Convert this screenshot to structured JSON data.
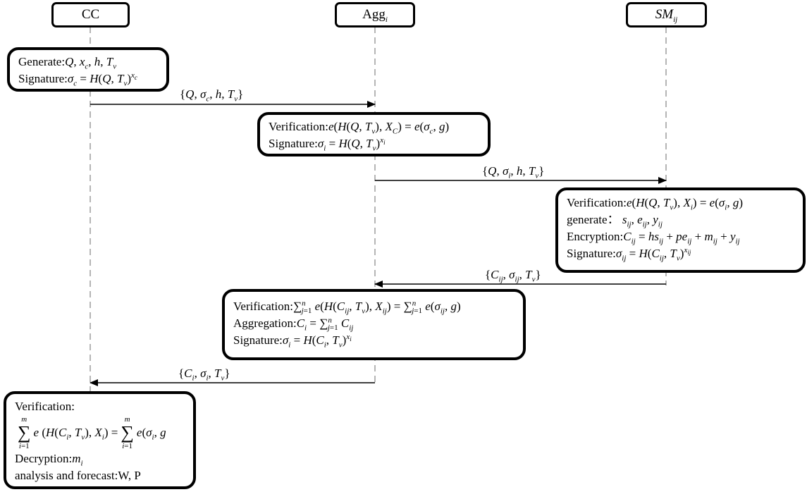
{
  "participants": [
    {
      "name": "CC"
    },
    {
      "name": "Agg",
      "sub": "i"
    },
    {
      "name": "SM",
      "sub": "ij"
    }
  ],
  "messages": [
    {
      "label": "{Q, σc, h, Tv}",
      "from": "CC",
      "to": "Agg_i"
    },
    {
      "label": "{Q, σi, h, Tv}",
      "from": "Agg_i",
      "to": "SM_ij"
    },
    {
      "label": "{Cij, σij, Tv}",
      "from": "SM_ij",
      "to": "Agg_i"
    },
    {
      "label": "{Ci, σi, Tv}",
      "from": "Agg_i",
      "to": "CC"
    }
  ],
  "boxes": {
    "cc_generate": {
      "generate_label": "Generate:",
      "generate_expr": "Q, xc, h, Tv",
      "signature_label": "Signature:",
      "signature_expr": "σc = H(Q, Tv)^xc"
    },
    "agg_verify": {
      "verification_label": "Verification:",
      "verification_expr": "e(H(Q, Tv), XC) = e(σc, g)",
      "signature_label": "Signature:",
      "signature_expr": "σi = H(Q, Tv)^xi"
    },
    "sm_process": {
      "verification_label": "Verification:",
      "verification_expr": "e(H(Q, Tv), Xi) = e(σi, g)",
      "generate_label": "generate：",
      "generate_expr": "sij, eij, yij",
      "encryption_label": "Encryption:",
      "encryption_expr": "Cij = hsij + peij + mij + yij",
      "signature_label": "Signature:",
      "signature_expr": "σij = H(Cij, Tv)^xij"
    },
    "agg_aggregate": {
      "verification_label": "Verification:",
      "verification_expr": "∑j=1..n e(H(Cij, Tv), Xij) = ∑j=1..n e(σij, g)",
      "aggregation_label": "Aggregation:",
      "aggregation_expr": "Ci = ∑j=1..n Cij",
      "signature_label": "Signature:",
      "signature_expr": "σi = H(Ci, Tv)^xi"
    },
    "cc_final": {
      "verification_label": "Verification:",
      "verification_expr": "∑i=1..m e(H(Ci, Tv), Xi) = ∑i=1..m e(σi, g",
      "decryption_label": "Decryption:",
      "decryption_expr": "mi",
      "analysis_label": "analysis and forecast:",
      "analysis_expr": "W, P"
    }
  },
  "colors": {
    "lifeline": "#b5b5b5",
    "stroke": "#000000"
  }
}
